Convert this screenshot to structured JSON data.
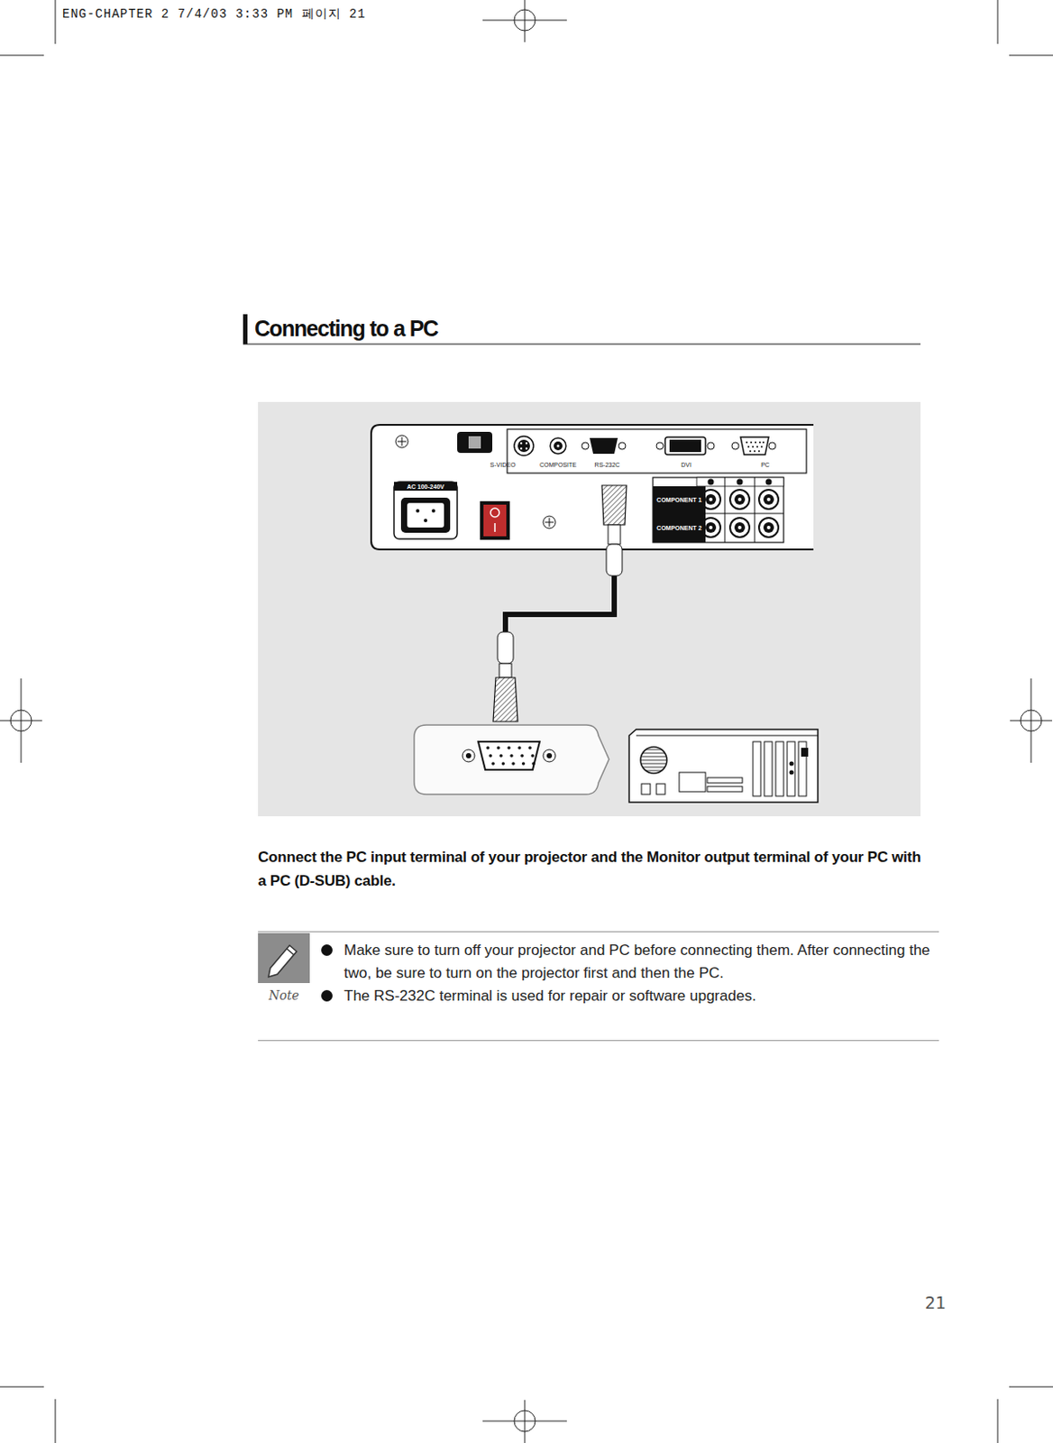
{
  "diagram": {
    "title": "Connecting to a PC",
    "caption": "Connect the PC input terminal of your projector and the Monitor output terminal of your PC with a PC (D-SUB) cable.",
    "nodes": [
      {
        "text": [
          "Note",
          "Make sure to turn off your projector and PC before connecting them. After connecting the two, be sure to turn on the projector first and then the PC.",
          "The RS-232C terminal is used for repair or software upgrades."
        ]
      },
      {
        "text": [
          "AC 100-240V"
        ]
      },
      {
        "text": [
          "COMPONENT 1"
        ]
      },
      {
        "text": [
          "COMPONENT 2"
        ]
      }
    ],
    "labels": [
      "ENG-CHAPTER 2 7/4/03 3:33 PM 페이지 21",
      "S-VIDEO",
      "COMPOSITE",
      "RS-232C",
      "DVI",
      "PC",
      "21"
    ]
  }
}
